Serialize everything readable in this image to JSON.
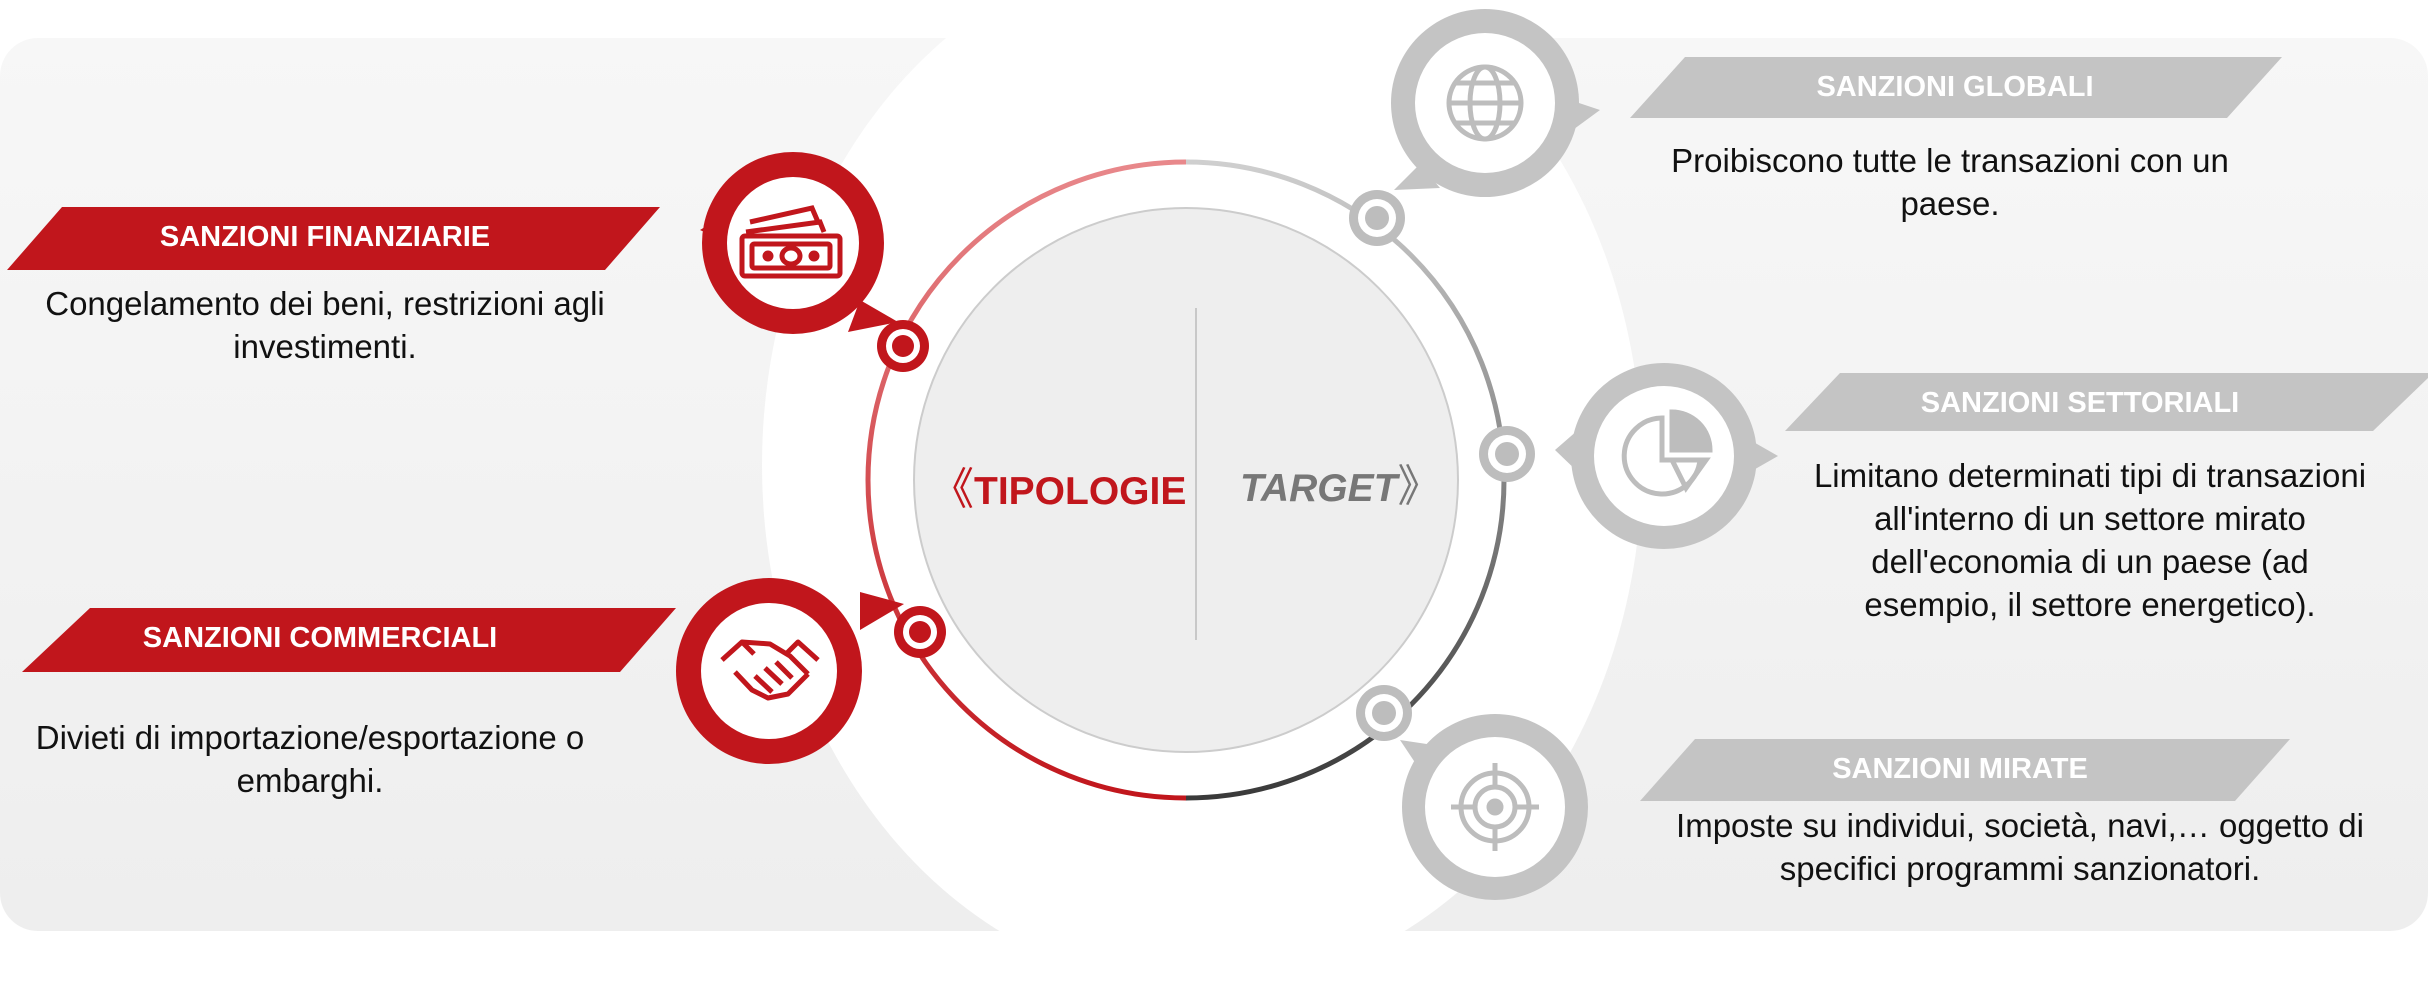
{
  "center": {
    "left_chevron": "《",
    "left_label": "TIPOLOGIE",
    "right_label": "TARGET",
    "right_chevron": "》"
  },
  "tipologie": [
    {
      "title": "SANZIONI FINANZIARIE",
      "description": "Congelamento dei beni, restrizioni agli investimenti.",
      "icon": "money-icon"
    },
    {
      "title": "SANZIONI COMMERCIALI",
      "description": "Divieti di importazione/esportazione o embarghi.",
      "icon": "handshake-icon"
    }
  ],
  "target": [
    {
      "title": "SANZIONI GLOBALI",
      "description": "Proibiscono tutte le transazioni con un paese.",
      "icon": "globe-icon"
    },
    {
      "title": "SANZIONI SETTORIALI",
      "description": "Limitano determinati tipi di transazioni all'interno di un settore mirato dell'economia di un paese (ad esempio, il settore energetico).",
      "icon": "pie-chart-icon"
    },
    {
      "title": "SANZIONI MIRATE",
      "description": "Imposte su individui, società, navi,… oggetto di specifici programmi sanzionatori.",
      "icon": "target-icon"
    }
  ],
  "colors": {
    "accent": "#c1161c",
    "neutral": "#c4c4c4",
    "text": "#111111"
  }
}
